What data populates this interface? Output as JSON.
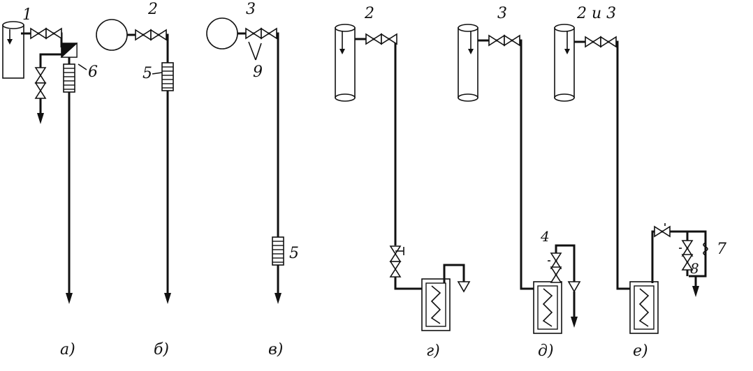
{
  "labels": {
    "a_top": "1",
    "b_top": "2",
    "c_top": "3",
    "d_top": "2",
    "e_top": "3",
    "f_top": "2 и 3",
    "callout_6": "6",
    "callout_5a": "5",
    "callout_9": "9",
    "callout_5b": "5",
    "callout_4": "4",
    "callout_7": "7",
    "callout_8": "8"
  },
  "captions": {
    "a": "а)",
    "b": "б)",
    "c": "в)",
    "d": "г)",
    "e": "д)",
    "f": "е)"
  },
  "colors": {
    "ink": "#111111",
    "paper": "#ffffff"
  }
}
